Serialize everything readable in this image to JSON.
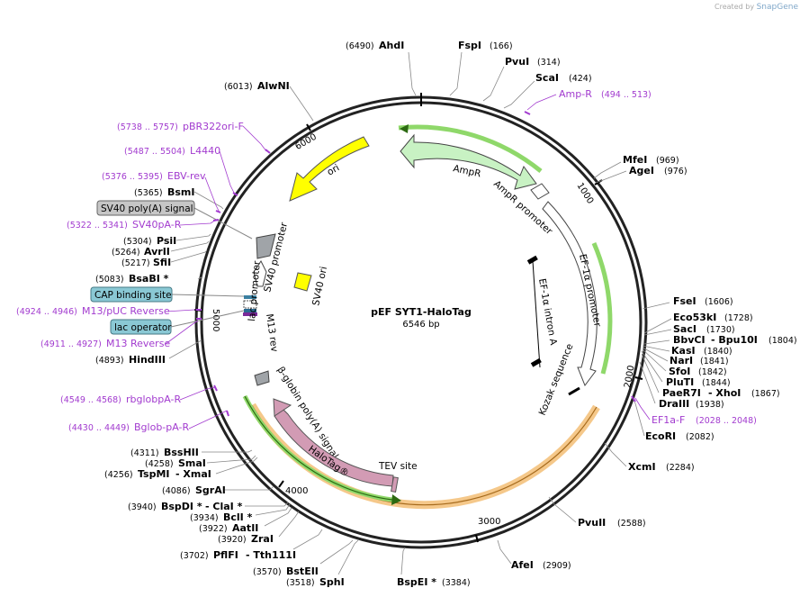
{
  "branding": {
    "created_by": "Created by",
    "product": "SnapGene"
  },
  "plasmid": {
    "name": "pEF SYT1-HaloTag",
    "size": "6546 bp"
  },
  "ticks": [
    "1000",
    "2000",
    "3000",
    "4000",
    "5000",
    "6000"
  ],
  "sites": [
    {
      "name": "AhdI",
      "pos": "(6490)"
    },
    {
      "name": "FspI",
      "pos": "(166)"
    },
    {
      "name": "PvuI",
      "pos": "(314)"
    },
    {
      "name": "ScaI",
      "pos": "(424)"
    },
    {
      "name": "MfeI",
      "pos": "(969)"
    },
    {
      "name": "AgeI",
      "pos": "(976)"
    },
    {
      "name": "FseI",
      "pos": "(1606)"
    },
    {
      "name": "Eco53kI",
      "pos": "(1728)"
    },
    {
      "name": "SacI",
      "pos": "(1730)"
    },
    {
      "name": "BbvCI",
      "extra": "- Bpu10I",
      "pos": "(1804)"
    },
    {
      "name": "KasI",
      "pos": "(1840)"
    },
    {
      "name": "NarI",
      "pos": "(1841)"
    },
    {
      "name": "SfoI",
      "pos": "(1842)"
    },
    {
      "name": "PluTI",
      "pos": "(1844)"
    },
    {
      "name": "PaeR7I",
      "extra": "- XhoI",
      "pos": "(1867)"
    },
    {
      "name": "DraIII",
      "pos": "(1938)"
    },
    {
      "name": "EcoRI",
      "pos": "(2082)"
    },
    {
      "name": "XcmI",
      "pos": "(2284)"
    },
    {
      "name": "PvuII",
      "pos": "(2588)"
    },
    {
      "name": "AfeI",
      "pos": "(2909)"
    },
    {
      "name": "BspEI *",
      "pos": "(3384)"
    },
    {
      "name": "SphI",
      "pos": "(3518)"
    },
    {
      "name": "BstEII",
      "pos": "(3570)"
    },
    {
      "name": "PflFI",
      "extra": "- Tth111I",
      "pos": "(3702)"
    },
    {
      "name": "ZraI",
      "pos": "(3920)"
    },
    {
      "name": "AatII",
      "pos": "(3922)"
    },
    {
      "name": "BclI *",
      "pos": "(3934)"
    },
    {
      "name": "BspDI *",
      "extra": "- ClaI *",
      "pos": "(3940)"
    },
    {
      "name": "SgrAI",
      "pos": "(4086)"
    },
    {
      "name": "TspMI",
      "extra": "- XmaI",
      "pos": "(4256)"
    },
    {
      "name": "SmaI",
      "pos": "(4258)"
    },
    {
      "name": "BssHII",
      "pos": "(4311)"
    },
    {
      "name": "HindIII",
      "pos": "(4893)"
    },
    {
      "name": "BsaBI *",
      "pos": "(5083)"
    },
    {
      "name": "SfiI",
      "pos": "(5217)"
    },
    {
      "name": "AvrII",
      "pos": "(5264)"
    },
    {
      "name": "PsiI",
      "pos": "(5304)"
    },
    {
      "name": "BsmI",
      "pos": "(5365)"
    },
    {
      "name": "AlwNI",
      "pos": "(6013)"
    }
  ],
  "primers": [
    {
      "name": "Amp-R",
      "pos": "(494 .. 513)"
    },
    {
      "name": "EF1a-F",
      "pos": "(2028 .. 2048)"
    },
    {
      "name": "Bglob-pA-R",
      "pos": "(4430 .. 4449)"
    },
    {
      "name": "rbglobpA-R",
      "pos": "(4549 .. 4568)"
    },
    {
      "name": "M13 Reverse",
      "pos": "(4911 .. 4927)"
    },
    {
      "name": "M13/pUC Reverse",
      "pos": "(4924 .. 4946)"
    },
    {
      "name": "SV40pA-R",
      "pos": "(5322 .. 5341)"
    },
    {
      "name": "EBV-rev",
      "pos": "(5376 .. 5395)"
    },
    {
      "name": "L4440",
      "pos": "(5487 .. 5504)"
    },
    {
      "name": "pBR322ori-F",
      "pos": "(5738 .. 5757)"
    }
  ],
  "boxed_features": [
    "SV40 poly(A) signal",
    "CAP binding site",
    "lac operator"
  ],
  "features": {
    "ampr": "AmpR",
    "ampr_promoter": "AmpR promoter",
    "ef1a_promoter": "EF-1α promoter",
    "ef1a_intron": "EF-1α intron A",
    "kozak": "Kozak sequence",
    "ori": "ori",
    "sv40_promoter": "SV40 promoter",
    "sv40_ori": "SV40 ori",
    "lac_promoter": "lac promoter",
    "m13_rev": "M13 rev",
    "bglobin": "β-globin poly(A) signal",
    "halotag": "HaloTag®",
    "tev": "TEV site"
  },
  "colors": {
    "backbone": "#222222",
    "ampr": "#c8f2c3",
    "ori": "#ffff00",
    "halotag": "#d29bb4",
    "primer": "#a23bcf",
    "orf_halo": "#f5c88a",
    "orf_green": "#8fd86a",
    "gray_feature": "#a0a4a8",
    "box_gray": "#c6c6c6",
    "box_blue": "#8ac8d4"
  }
}
